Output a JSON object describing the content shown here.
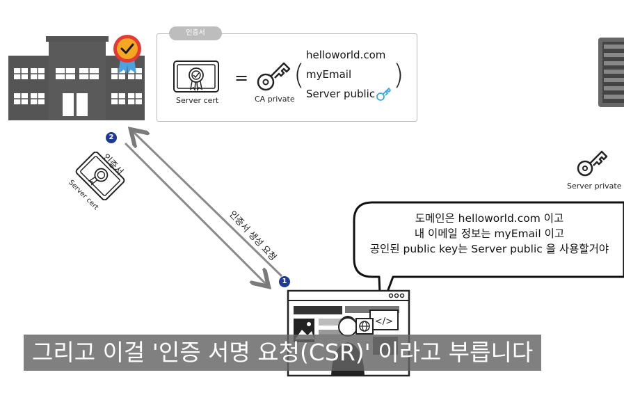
{
  "certificate_panel": {
    "tab_label": "인증서",
    "server_cert_label": "Server cert",
    "equals": "=",
    "ca_private_label": "CA private",
    "fields": [
      "helloworld.com",
      "myEmail",
      "Server public"
    ]
  },
  "flow": {
    "step1_number": "1",
    "step2_number": "2",
    "request_label": "인증서 생성 요청",
    "response_label": "인증서",
    "response_cert_label": "Server cert"
  },
  "server_side": {
    "server_private_label": "Server private"
  },
  "speech_bubble": {
    "lines": [
      "도메인은 helloworld.com 이고",
      "내 이메일 정보는 myEmail 이고",
      "공인된 public key는 Server public 을 사용할거야"
    ]
  },
  "subtitle": {
    "text": "그리고 이걸 '인증 서명 요청(CSR)' 이라고 부릅니다"
  },
  "colors": {
    "building": "#555555",
    "arrow": "#8a8a8a",
    "step_dot": "#1f3a93",
    "badge": "#f5a623",
    "badge_ring": "#e53935",
    "key_accent": "#39a8e0"
  }
}
